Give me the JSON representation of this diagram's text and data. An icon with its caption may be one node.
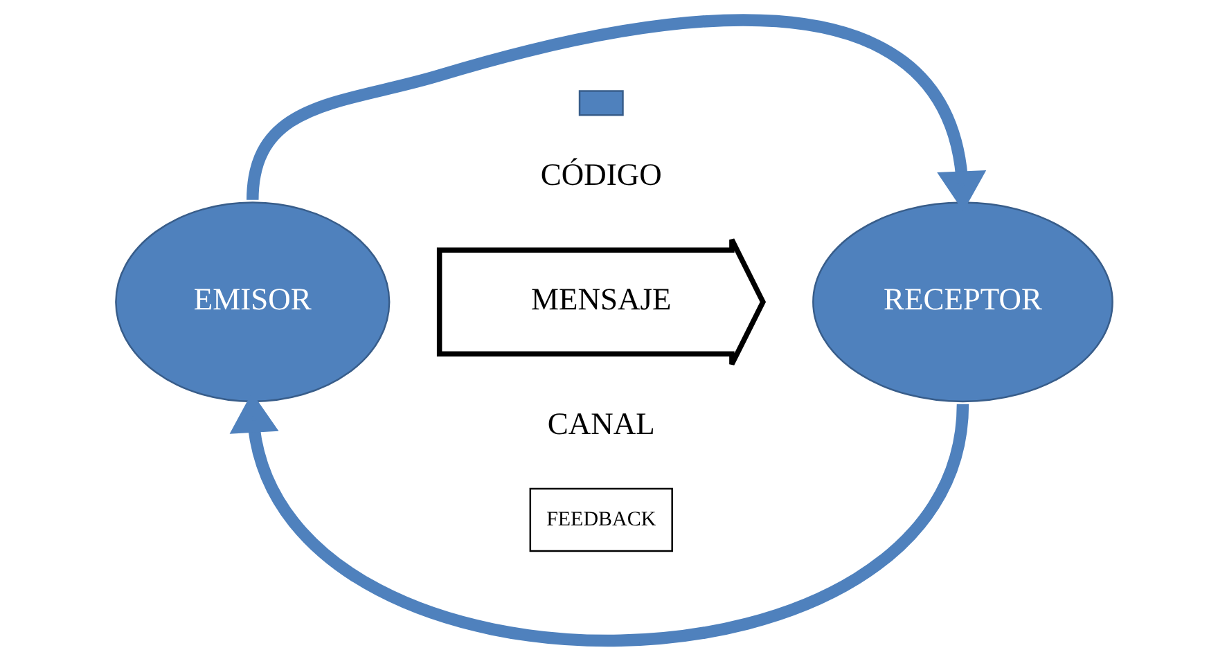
{
  "diagram": {
    "nodes": [
      {
        "text": [
          "EMISOR"
        ]
      },
      {
        "text": [
          "RECEPTOR"
        ]
      },
      {
        "text": [
          "MENSAJE"
        ]
      },
      {
        "text": [
          "FEEDBACK"
        ]
      },
      {
        "text": [],
        "shape": "box"
      }
    ],
    "edges": [
      {
        "from": 0,
        "to": 1,
        "arrow": "to"
      },
      {
        "from": 1,
        "to": 0,
        "arrow": "to"
      }
    ],
    "labels": [
      "CÓDIGO",
      "CANAL"
    ]
  }
}
